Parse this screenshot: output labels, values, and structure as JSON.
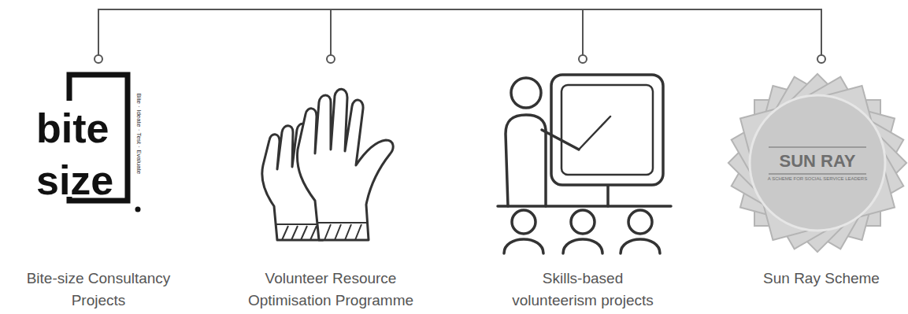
{
  "diagram": {
    "labels": [
      "bite",
      "size",
      "Bite · Ideate · Test · Evaluate",
      "SUN RAY",
      "A SCHEME FOR SOCIAL SERVICE LEADERS",
      "Bite-size Consultancy Projects",
      "Volunteer Resource Optimisation Programme",
      "Skills-based volunteerism projects",
      "Sun Ray Scheme"
    ]
  }
}
